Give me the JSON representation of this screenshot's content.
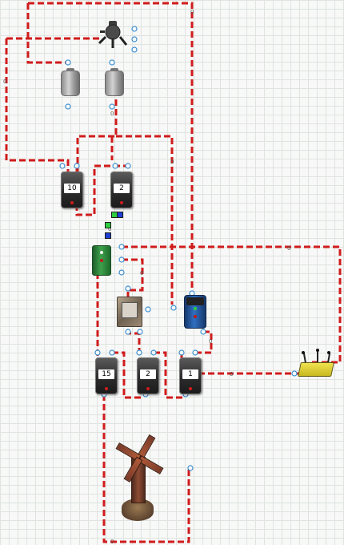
{
  "gates": {
    "g10": "10",
    "g2_top": "2",
    "g15": "15",
    "g2_bottom": "2",
    "g_small": "1"
  },
  "wires": {
    "value_label": "0"
  },
  "colors": {
    "wire_red": "#d01c1c",
    "wire_white": "#ffffff",
    "grid_line": "#dfe4df",
    "background": "#f7f8f7",
    "port_outline": "#3b8ed0"
  },
  "icons": {
    "top_device": "sensor-turret-icon",
    "tank_left": "tank-icon",
    "tank_right": "tank-icon",
    "green_device": "green-controller-icon",
    "blue_device": "blue-controller-icon",
    "crate_device": "crate-icon",
    "router_device": "router-icon",
    "windmill": "windmill-icon"
  }
}
